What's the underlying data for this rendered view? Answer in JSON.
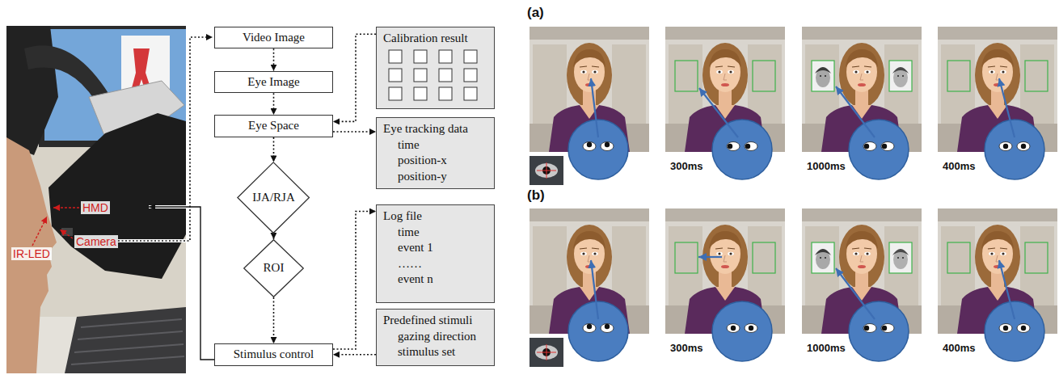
{
  "diagram": {
    "nodes": [
      {
        "text": [
          "Video Image"
        ]
      },
      {
        "text": [
          "Eye Image"
        ]
      },
      {
        "text": [
          "Eye Space"
        ]
      },
      {
        "text": [
          "IJA/RJA"
        ]
      },
      {
        "text": [
          "ROI"
        ]
      },
      {
        "text": [
          "Stimulus control"
        ]
      },
      {
        "text": [
          "Calibration result"
        ]
      },
      {
        "text": [
          "Eye tracking data",
          "time",
          "position-x",
          "position-y"
        ]
      },
      {
        "text": [
          "Log file",
          "time",
          "event 1",
          "……",
          "event n"
        ]
      },
      {
        "text": [
          "Predefined stimuli",
          "gazing direction",
          "stimulus set"
        ]
      }
    ],
    "edges": [
      {
        "from": 0,
        "to": 1,
        "arrow": "to"
      },
      {
        "from": 1,
        "to": 2,
        "arrow": "to"
      },
      {
        "from": 2,
        "to": 3,
        "arrow": "to"
      },
      {
        "from": 3,
        "to": 4,
        "arrow": "to"
      },
      {
        "from": 4,
        "to": 5,
        "arrow": "to"
      },
      {
        "from": 6,
        "to": 2,
        "arrow": "to"
      },
      {
        "from": 2,
        "to": 7,
        "arrow": "to"
      },
      {
        "from": 5,
        "to": 8,
        "arrow": "to"
      },
      {
        "from": 9,
        "to": 5,
        "arrow": "to"
      }
    ],
    "labels": [
      "HMD",
      "Camera",
      "IR-LED",
      "(a)",
      "300ms",
      "1000ms",
      "400ms",
      "(b)",
      "300ms",
      "1000ms",
      "400ms"
    ]
  }
}
